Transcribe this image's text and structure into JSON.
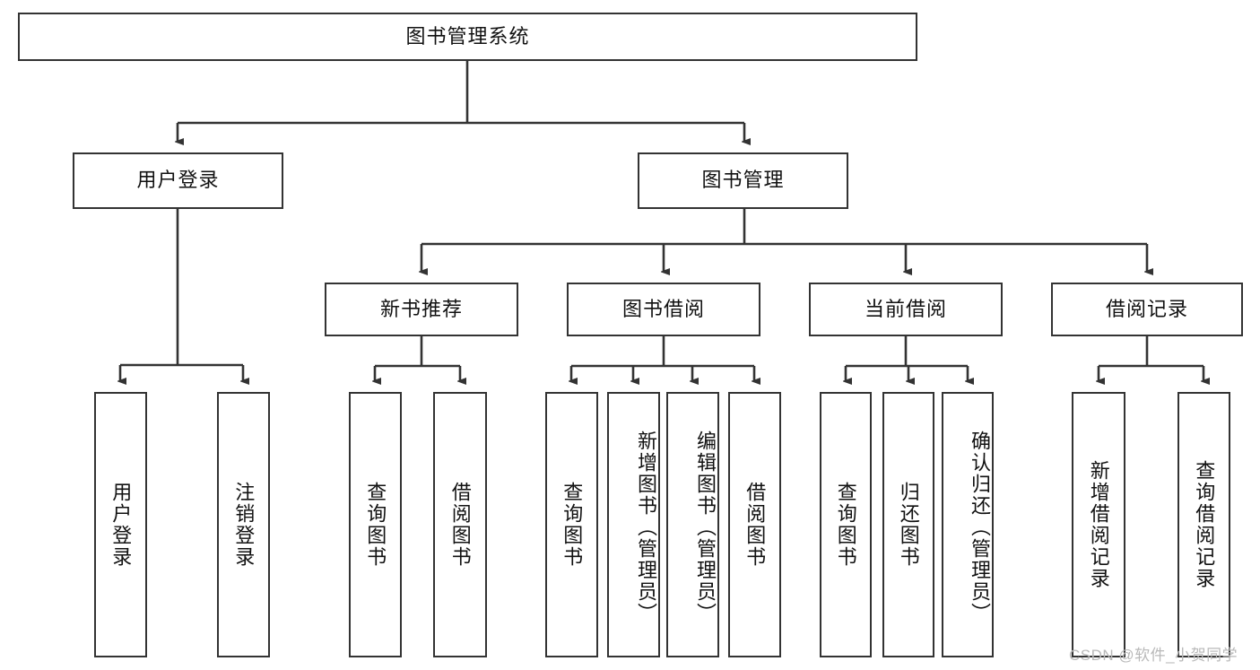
{
  "diagram": {
    "title": "图书管理系统",
    "type": "tree-hierarchy",
    "root": {
      "label": "图书管理系统"
    },
    "level2": [
      {
        "label": "用户登录"
      },
      {
        "label": "图书管理"
      }
    ],
    "level3": [
      {
        "label": "新书推荐"
      },
      {
        "label": "图书借阅"
      },
      {
        "label": "当前借阅"
      },
      {
        "label": "借阅记录"
      }
    ],
    "leaves": {
      "user_login": [
        {
          "label": "用户登录"
        },
        {
          "label": "注销登录"
        }
      ],
      "new_book_recommend": [
        {
          "label": "查询图书"
        },
        {
          "label": "借阅图书"
        }
      ],
      "book_borrow": [
        {
          "label": "查询图书"
        },
        {
          "label": "新增图书（管理员）"
        },
        {
          "label": "编辑图书（管理员）"
        },
        {
          "label": "借阅图书"
        }
      ],
      "current_borrow": [
        {
          "label": "查询图书"
        },
        {
          "label": "归还图书"
        },
        {
          "label": "确认归还（管理员）"
        }
      ],
      "borrow_record": [
        {
          "label": "新增借阅记录"
        },
        {
          "label": "查询借阅记录"
        }
      ]
    }
  },
  "watermark": {
    "text": "CSDN @软件_小贺同学"
  },
  "colors": {
    "stroke": "#333333",
    "box_fill": "#ffffff",
    "text": "#111111",
    "watermark": "#b9b9b9"
  }
}
